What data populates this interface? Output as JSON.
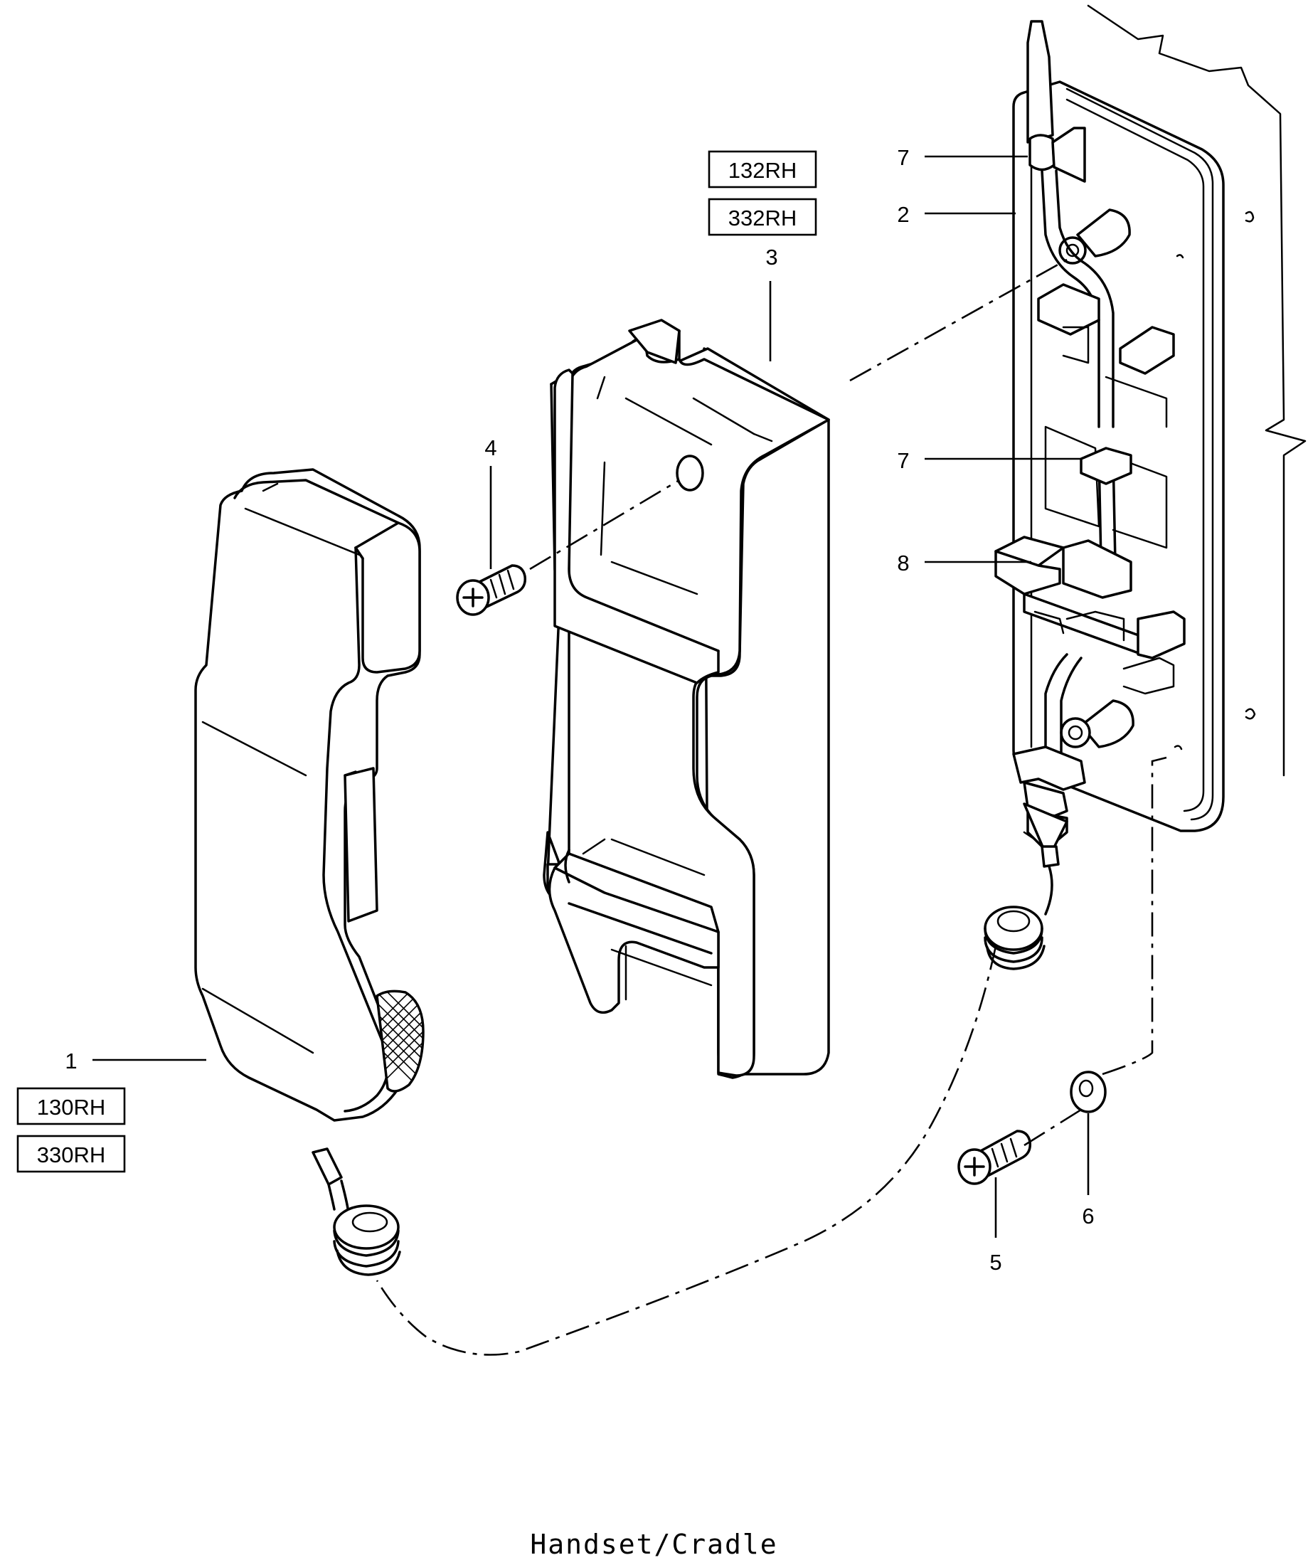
{
  "caption": "Handset/Cradle",
  "callouts": {
    "handset": "1",
    "wall_plate": "2",
    "cradle": "3",
    "cradle_screw": "4",
    "plate_screw": "5",
    "washer": "6",
    "clip_upper": "7",
    "clip_lower": "7",
    "connector": "8"
  },
  "part_tags": {
    "cradle": [
      "132RH",
      "332RH"
    ],
    "handset": [
      "130RH",
      "330RH"
    ]
  }
}
